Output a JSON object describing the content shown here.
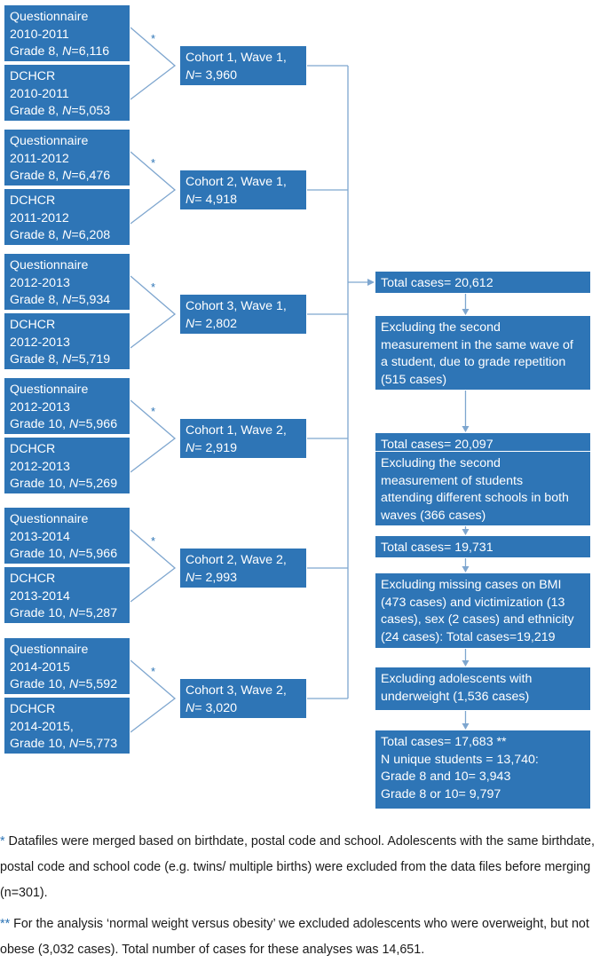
{
  "colors": {
    "box_fill": "#2e75b6",
    "line": "#7ea6cf",
    "asterisk": "#2e75b6"
  },
  "groups": [
    {
      "questionnaire": [
        "Questionnaire",
        "2010-2011",
        "Grade 8, ",
        "N",
        "=6,116"
      ],
      "dchcr": [
        "DCHCR",
        "2010-2011",
        "Grade 8, ",
        "N",
        "=5,053"
      ],
      "cohort": [
        "Cohort 1, Wave 1,",
        "N",
        "= 3,960"
      ],
      "star": "*"
    },
    {
      "questionnaire": [
        "Questionnaire",
        "2011-2012",
        "Grade 8, ",
        "N",
        "=6,476"
      ],
      "dchcr": [
        "DCHCR",
        "2011-2012",
        "Grade 8, ",
        "N",
        "=6,208"
      ],
      "cohort": [
        "Cohort 2, Wave 1,",
        "N",
        "= 4,918"
      ],
      "star": "*"
    },
    {
      "questionnaire": [
        "Questionnaire",
        "2012-2013",
        "Grade 8, ",
        "N",
        "=5,934"
      ],
      "dchcr": [
        "DCHCR",
        "2012-2013",
        "Grade 8, ",
        "N",
        "=5,719"
      ],
      "cohort": [
        "Cohort 3, Wave 1,",
        "N",
        "= 2,802"
      ],
      "star": "*"
    },
    {
      "questionnaire": [
        "Questionnaire",
        "2012-2013",
        "Grade 10, ",
        "N",
        "=5,966"
      ],
      "dchcr": [
        "DCHCR",
        "2012-2013",
        "Grade 10, ",
        "N",
        "=5,269"
      ],
      "cohort": [
        "Cohort 1, Wave 2,",
        "N",
        "= 2,919"
      ],
      "star": "*"
    },
    {
      "questionnaire": [
        "Questionnaire",
        "2013-2014",
        "Grade 10, ",
        "N",
        "=5,966"
      ],
      "dchcr": [
        "DCHCR",
        "2013-2014",
        "Grade 10, ",
        "N",
        "=5,287"
      ],
      "cohort": [
        "Cohort 2, Wave 2,",
        "N",
        "= 2,993"
      ],
      "star": "*"
    },
    {
      "questionnaire": [
        "Questionnaire",
        "2014-2015",
        "Grade 10, ",
        "N",
        "=5,592"
      ],
      "dchcr": [
        "DCHCR",
        "2014-2015,",
        "Grade 10, ",
        "N",
        "=5,773"
      ],
      "cohort": [
        "Cohort 3, Wave 2,",
        "N",
        "= 3,020"
      ],
      "star": "*"
    }
  ],
  "flow": [
    [
      "Total cases= 20,612"
    ],
    [
      "Excluding the second",
      "measurement in the same wave of",
      "a student, due to grade repetition",
      "(515 cases)"
    ],
    [
      "Total cases= 20,097"
    ],
    [
      "Excluding the second",
      "measurement of students",
      "attending different schools in both",
      "waves (366 cases)"
    ],
    [
      "Total cases= 19,731"
    ],
    [
      "Excluding missing cases on BMI",
      "(473 cases) and victimization (13",
      "cases), sex (2 cases) and ethnicity",
      "(24 cases): Total cases=19,219"
    ],
    [
      "Excluding adolescents with",
      "underweight (1,536 cases)"
    ],
    [
      "Total cases= 17,683 **",
      "N unique students = 13,740:",
      "Grade 8 and 10= 3,943",
      "Grade 8 or 10= 9,797"
    ]
  ],
  "notes": [
    {
      "marker": "*",
      "lines": [
        " Datafiles were merged based on birthdate, postal code and school. Adolescents with the same birthdate,",
        "postal code and school code (e.g. twins/ multiple births) were excluded from the data files before merging",
        "(n=301)."
      ]
    },
    {
      "marker": "**",
      "lines": [
        " For the analysis ‘normal weight versus obesity’ we excluded adolescents who were overweight, but not",
        "obese (3,032 cases). Total number of cases for these analyses was 14,651."
      ]
    }
  ]
}
